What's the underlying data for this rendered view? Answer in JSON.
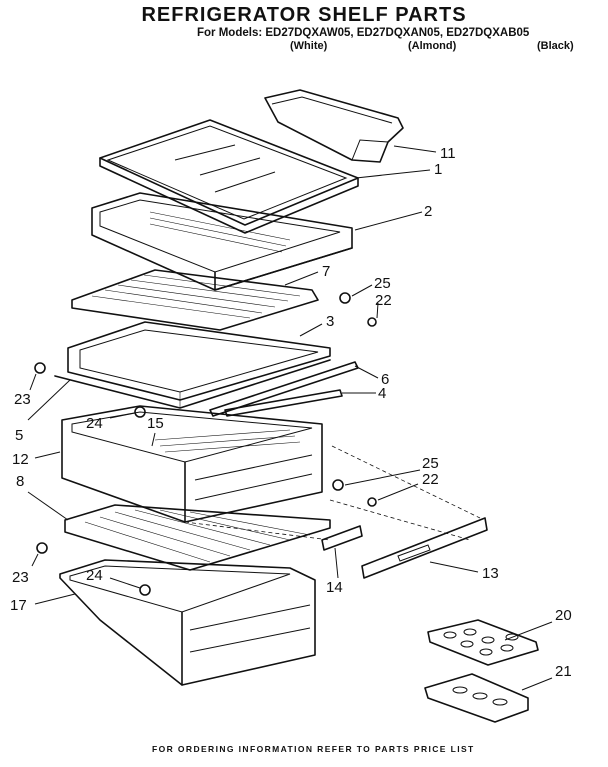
{
  "header": {
    "title": "REFRIGERATOR SHELF PARTS",
    "models": "For Models: ED27DQXAW05, ED27DQXAN05, ED27DQXAB05",
    "variants": [
      "(White)",
      "(Almond)",
      "(Black)"
    ]
  },
  "callouts": [
    "11",
    "1",
    "2",
    "7",
    "25",
    "22",
    "3",
    "6",
    "4",
    "23",
    "5",
    "24",
    "15",
    "12",
    "25",
    "22",
    "8",
    "23",
    "24",
    "17",
    "13",
    "14",
    "20",
    "21"
  ],
  "footer": "FOR ORDERING INFORMATION REFER TO PARTS PRICE LIST"
}
